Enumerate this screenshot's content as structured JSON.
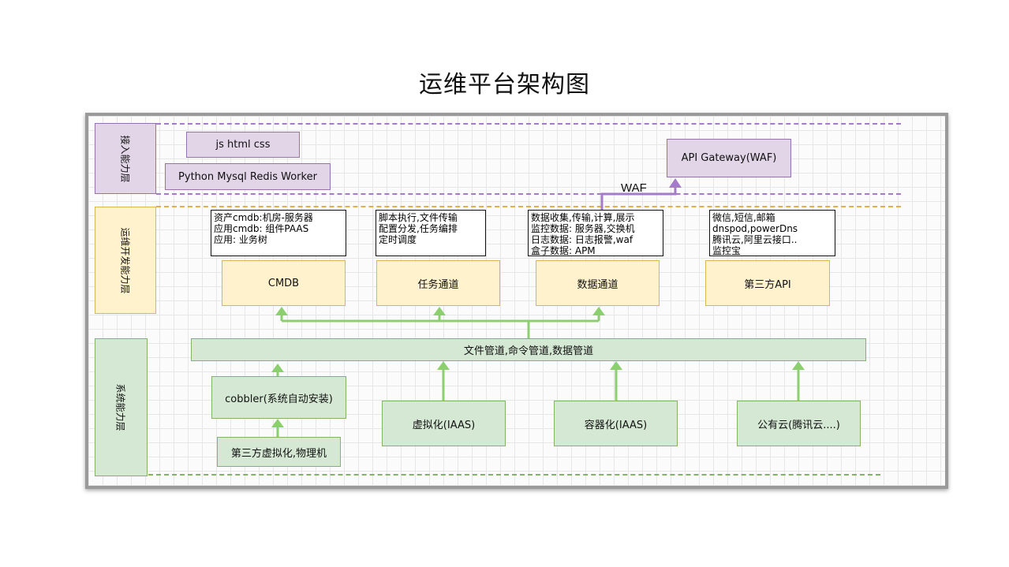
{
  "title": "运维平台架构图",
  "layers": {
    "access": "接入能力层",
    "ops": "运维开发能力层",
    "system": "系统能力层"
  },
  "access_boxes": {
    "frontend": "js html css",
    "backend": "Python Mysql Redis Worker",
    "gateway": "API Gateway(WAF)",
    "waf_label": "WAF"
  },
  "notes": {
    "cmdb": [
      "资产cmdb:机房-服务器",
      "应用cmdb: 组件PAAS",
      "应用: 业务树"
    ],
    "task": [
      "脚本执行,文件传输",
      "配置分发,任务编排",
      "定时调度"
    ],
    "data": [
      "数据收集,传输,计算,展示",
      "监控数据:  服务器,交换机",
      "日志数据:  日志报警,waf",
      "盒子数据:  APM"
    ],
    "third": [
      "微信,短信,邮箱",
      "dnspod,powerDns",
      "腾讯云,阿里云接口..",
      "监控宝"
    ]
  },
  "ops_boxes": {
    "cmdb": "CMDB",
    "task": "任务通道",
    "data": "数据通道",
    "third": "第三方API"
  },
  "system_boxes": {
    "pipeline": "文件管道,命令管道,数据管道",
    "cobbler": "cobbler(系统自动安装)",
    "third_virt": "第三方虚拟化,物理机",
    "virt": "虚拟化(IAAS)",
    "container": "容器化(IAAS)",
    "cloud": "公有云(腾讯云....)"
  },
  "colors": {
    "purple_fill": "#e1d5e7",
    "purple_stroke": "#9673a6",
    "yellow_fill": "#fff2cc",
    "yellow_stroke": "#d6b656",
    "green_fill": "#d5e8d4",
    "green_stroke": "#82b366",
    "arrow_green": "#8ccf6f",
    "arrow_purple": "#a57bc8"
  }
}
